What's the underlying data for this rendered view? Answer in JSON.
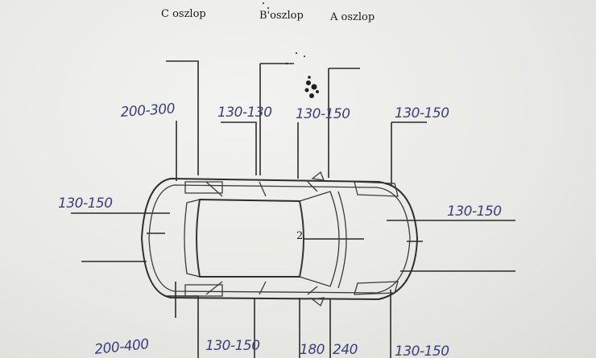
{
  "pillars": {
    "c": "C oszlop",
    "b": "B'oszlop",
    "a": "A oszlop"
  },
  "center_marker": "2",
  "top_values": [
    "200-300",
    "130-130",
    "130-150",
    "130-150"
  ],
  "left_value": "130-150",
  "right_value": "130-150",
  "bottom_values": [
    "200-400",
    "130-150",
    "180",
    "240",
    "130-150"
  ]
}
